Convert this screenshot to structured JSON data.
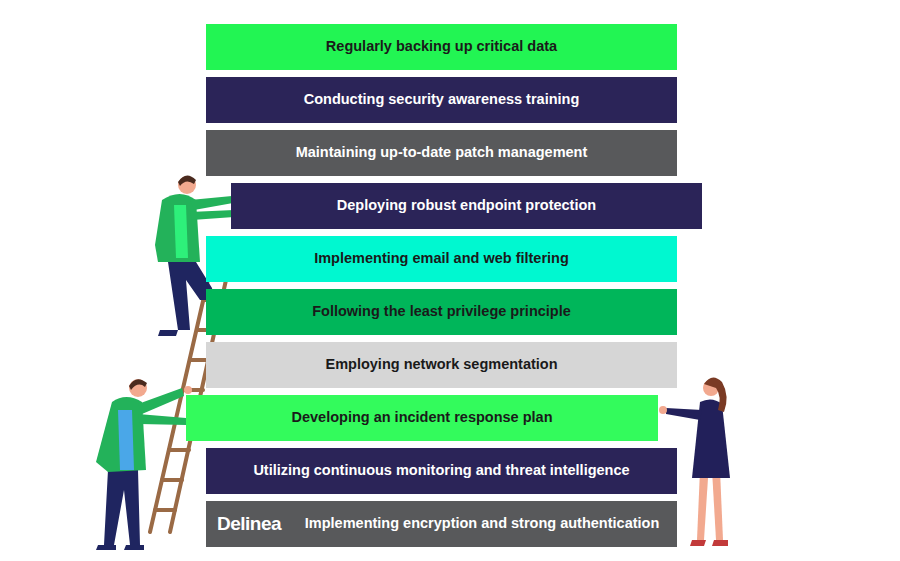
{
  "diagram": {
    "nodes": [
      {
        "text": [
          "Regularly backing up critical data"
        ]
      },
      {
        "text": [
          "Conducting security awareness training"
        ]
      },
      {
        "text": [
          "Maintaining up-to-date patch management"
        ]
      },
      {
        "text": [
          "Deploying robust endpoint protection"
        ]
      },
      {
        "text": [
          "Implementing email and web filtering"
        ]
      },
      {
        "text": [
          "Following the least privilege principle"
        ]
      },
      {
        "text": [
          "Employing network segmentation"
        ]
      },
      {
        "text": [
          "Developing an incident response plan"
        ]
      },
      {
        "text": [
          "Utilizing continuous monitoring and threat intelligence"
        ]
      },
      {
        "text": [
          "Delinea",
          "Implementing encryption and strong authentication"
        ]
      }
    ]
  }
}
